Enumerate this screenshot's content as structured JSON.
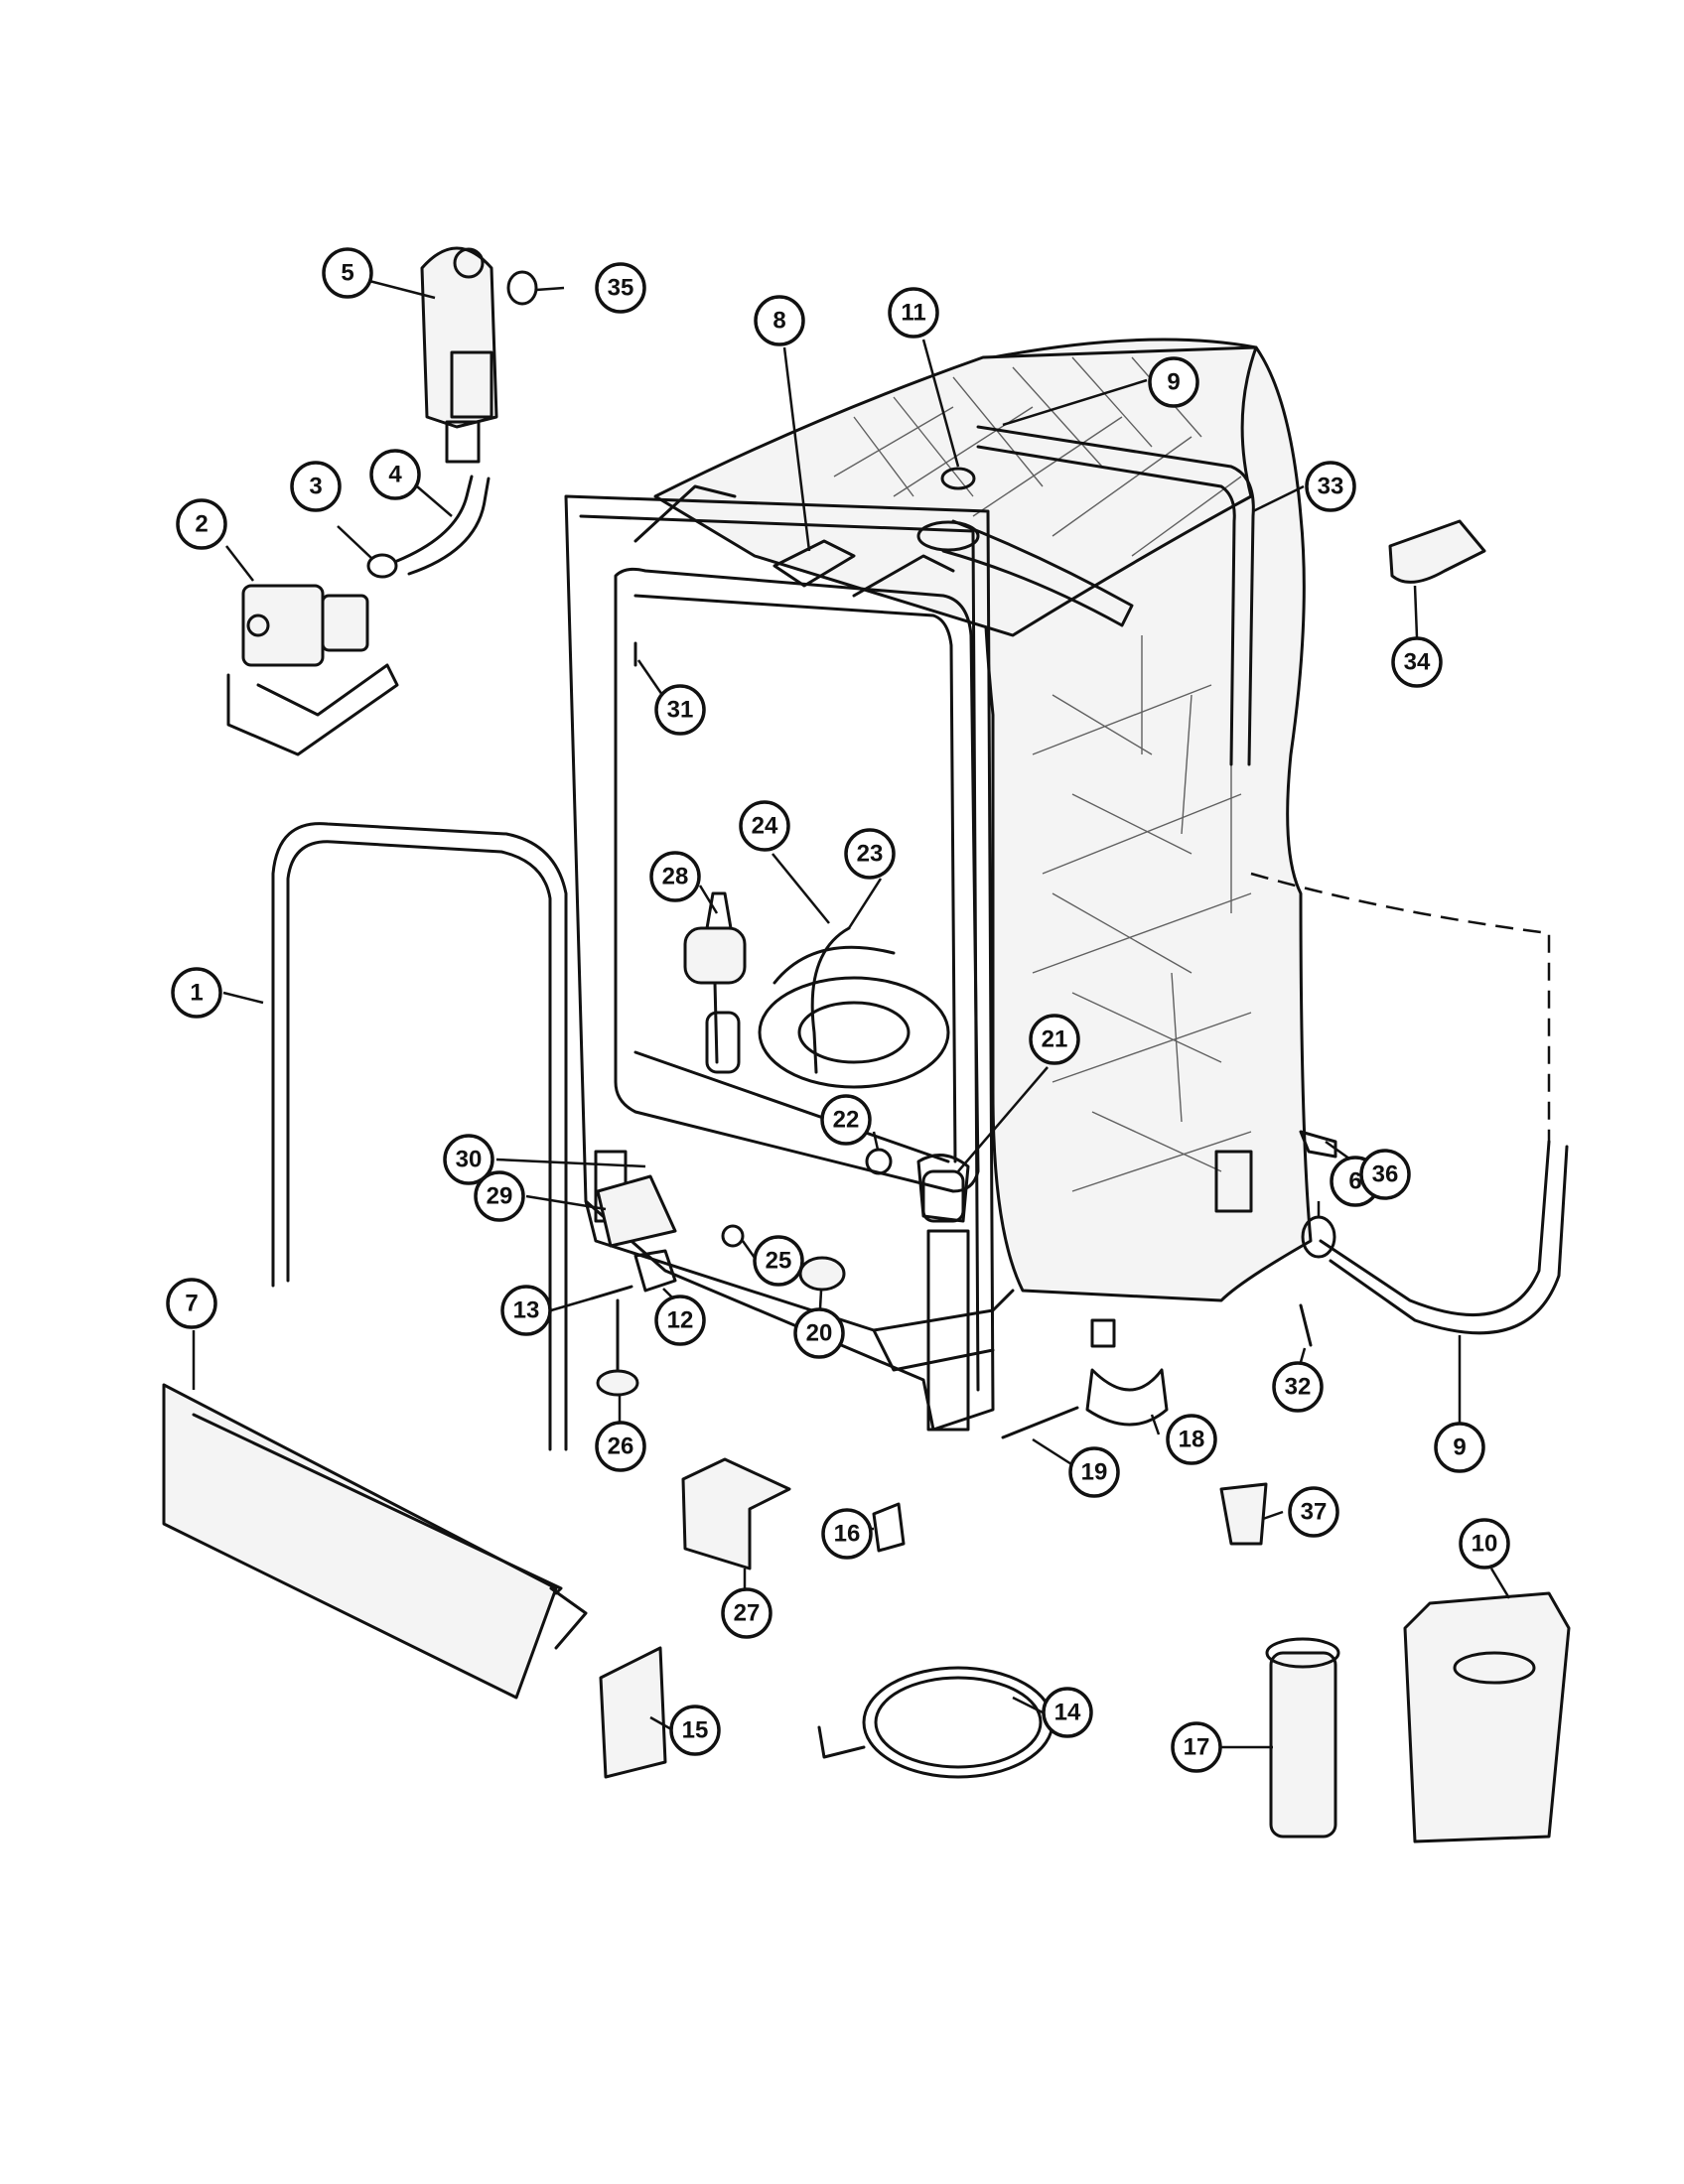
{
  "callouts": [
    {
      "id": "c1",
      "number": "1"
    },
    {
      "id": "c2",
      "number": "2"
    },
    {
      "id": "c3",
      "number": "3"
    },
    {
      "id": "c4",
      "number": "4"
    },
    {
      "id": "c5",
      "number": "5"
    },
    {
      "id": "c6",
      "number": "6"
    },
    {
      "id": "c7",
      "number": "7"
    },
    {
      "id": "c8",
      "number": "8"
    },
    {
      "id": "c9a",
      "number": "9"
    },
    {
      "id": "c9b",
      "number": "9"
    },
    {
      "id": "c10",
      "number": "10"
    },
    {
      "id": "c11",
      "number": "11"
    },
    {
      "id": "c12",
      "number": "12"
    },
    {
      "id": "c13",
      "number": "13"
    },
    {
      "id": "c14",
      "number": "14"
    },
    {
      "id": "c15",
      "number": "15"
    },
    {
      "id": "c16",
      "number": "16"
    },
    {
      "id": "c17",
      "number": "17"
    },
    {
      "id": "c18",
      "number": "18"
    },
    {
      "id": "c19",
      "number": "19"
    },
    {
      "id": "c20",
      "number": "20"
    },
    {
      "id": "c21",
      "number": "21"
    },
    {
      "id": "c22",
      "number": "22"
    },
    {
      "id": "c23",
      "number": "23"
    },
    {
      "id": "c24",
      "number": "24"
    },
    {
      "id": "c25",
      "number": "25"
    },
    {
      "id": "c26",
      "number": "26"
    },
    {
      "id": "c27",
      "number": "27"
    },
    {
      "id": "c28",
      "number": "28"
    },
    {
      "id": "c29",
      "number": "29"
    },
    {
      "id": "c30",
      "number": "30"
    },
    {
      "id": "c31",
      "number": "31"
    },
    {
      "id": "c32",
      "number": "32"
    },
    {
      "id": "c33",
      "number": "33"
    },
    {
      "id": "c34",
      "number": "34"
    },
    {
      "id": "c35",
      "number": "35"
    },
    {
      "id": "c36",
      "number": "36"
    },
    {
      "id": "c37",
      "number": "37"
    }
  ]
}
